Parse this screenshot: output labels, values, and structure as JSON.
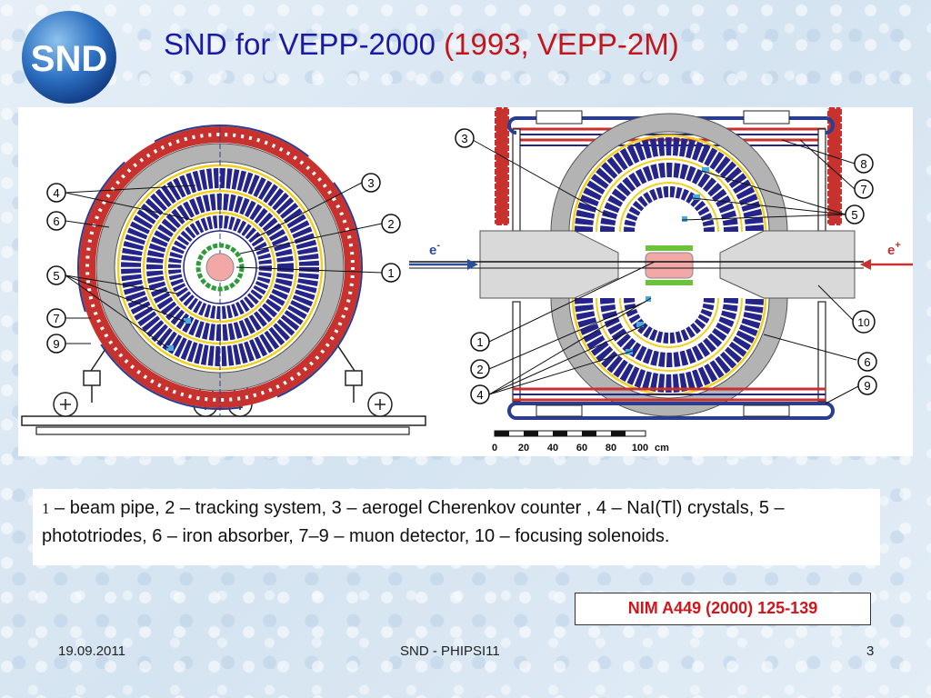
{
  "title": {
    "main": "SND for VEPP-2000",
    "sub": "(1993, VEPP-2M)"
  },
  "logo": {
    "text": "SND",
    "icon": "snd-logo-icon"
  },
  "diagram": {
    "labels_cross_section": [
      "4",
      "3",
      "6",
      "2",
      "1",
      "5",
      "7",
      "9"
    ],
    "labels_side_view": [
      "3",
      "8",
      "7",
      "5",
      "10",
      "6",
      "9",
      "1",
      "2",
      "4"
    ],
    "beam_left": "e",
    "beam_left_sup": "-",
    "beam_right": "e",
    "beam_right_sup": "+",
    "scale_ticks": [
      "0",
      "20",
      "40",
      "60",
      "80",
      "100"
    ],
    "scale_unit": "cm"
  },
  "caption": {
    "first": "1",
    "rest": " – beam pipe,  2 – tracking system,  3 – aerogel Cherenkov counter ,  4 – NaI(Tl) crystals,  5 – phototriodes,  6 – iron  absorber, 7–9 – muon detector,  10 – focusing solenoids."
  },
  "reference": "NIM A449 (2000) 125-139",
  "footer": {
    "date": "19.09.2011",
    "center": "SND - PHIPSI11",
    "page": "3"
  }
}
